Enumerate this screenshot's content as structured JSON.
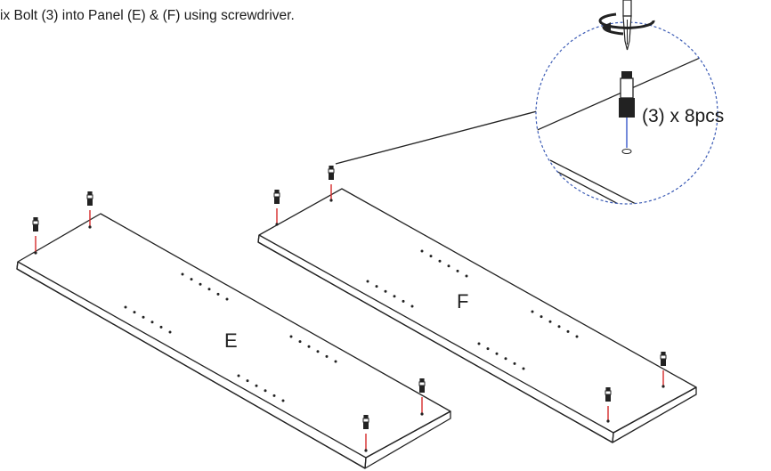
{
  "instruction": "ix Bolt (3) into Panel (E) & (F) using screwdriver.",
  "panels": {
    "e": {
      "label": "E"
    },
    "f": {
      "label": "F"
    }
  },
  "callout": {
    "quantity": "(3) x 8pcs"
  },
  "colors": {
    "line": "#222222",
    "bolt_axis": "#d62a2a",
    "callout_circle": "#3b5bb5",
    "callout_axis": "#2a4ac7"
  },
  "icons": [
    "bolt-icon",
    "screwdriver-icon",
    "rotation-arrow-icon"
  ]
}
